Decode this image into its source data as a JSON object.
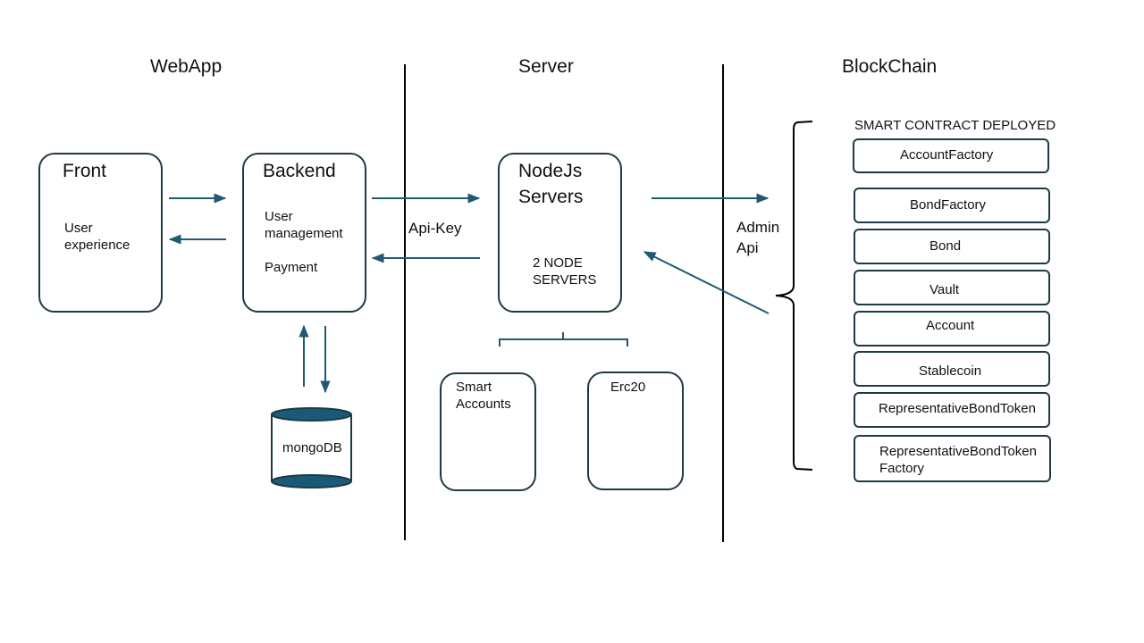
{
  "sections": {
    "webapp": "WebApp",
    "server": "Server",
    "blockchain": "BlockChain"
  },
  "front": {
    "title": "Front",
    "line1": "User",
    "line2": "experience"
  },
  "backend": {
    "title": "Backend",
    "line1": "User",
    "line2": "management",
    "line3": "Payment"
  },
  "node": {
    "title1": "NodeJs",
    "title2": "Servers",
    "line1": "2 NODE",
    "line2": "SERVERS"
  },
  "smart_accounts": {
    "line1": "Smart",
    "line2": "Accounts"
  },
  "erc20": {
    "label": "Erc20"
  },
  "mongodb": {
    "label": "mongoDB"
  },
  "api_key": "Api-Key",
  "admin_api": {
    "line1": "Admin",
    "line2": "Api"
  },
  "contracts": {
    "header": "SMART CONTRACT DEPLOYED",
    "items": [
      {
        "label": "AccountFactory"
      },
      {
        "label": "BondFactory"
      },
      {
        "label": "Bond"
      },
      {
        "label": "Vault"
      },
      {
        "label": "Account"
      },
      {
        "label": "Stablecoin"
      },
      {
        "label": "RepresentativeBondToken"
      },
      {
        "label": "RepresentativeBondToken",
        "label2": "Factory"
      }
    ]
  },
  "colors": {
    "arrow": "#1f5a73",
    "border": "#1d3a44",
    "db_fill": "#1a5a78"
  }
}
